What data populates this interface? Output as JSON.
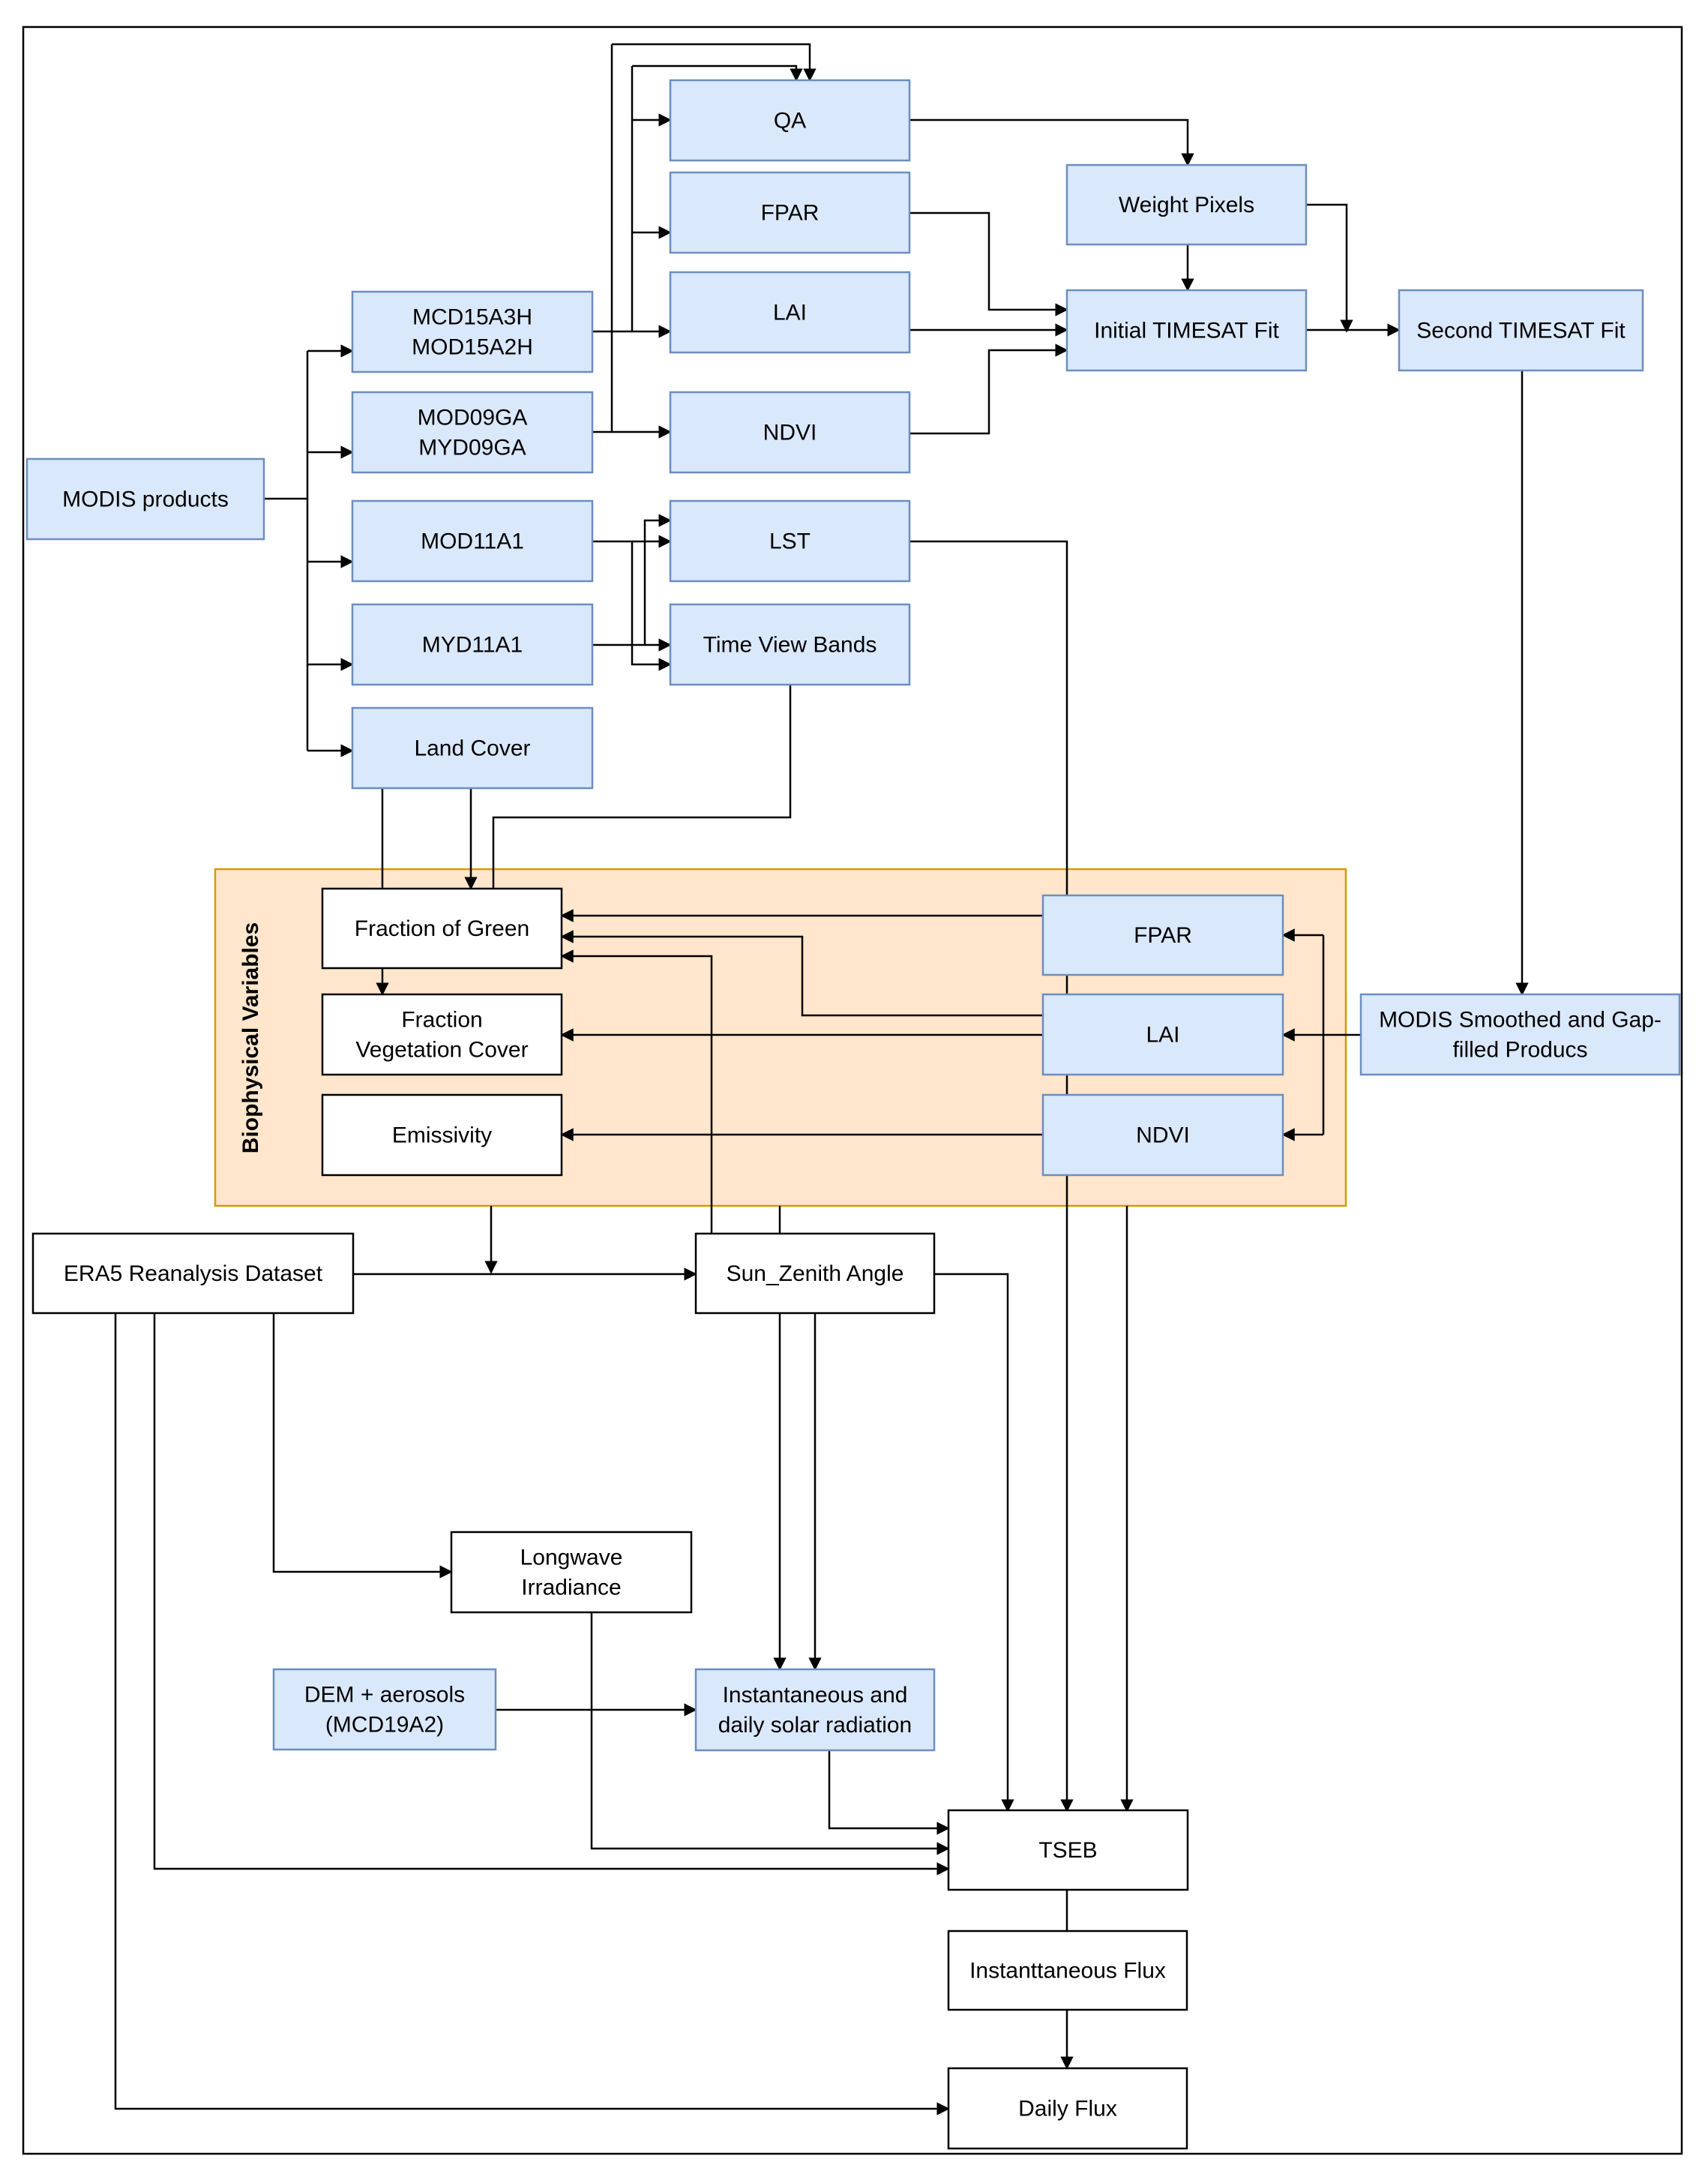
{
  "group": {
    "label": "Biophysical Variables",
    "fill": "#ffe6cc",
    "stroke": "#d79b00"
  },
  "colors": {
    "blue_fill": "#dae8fc",
    "blue_stroke": "#6c8ebf",
    "line": "#000000"
  },
  "nodes": {
    "qa": [
      "QA"
    ],
    "fpar_top": [
      "FPAR"
    ],
    "lai_top": [
      "LAI"
    ],
    "ndvi_top": [
      "NDVI"
    ],
    "weight_pixels": [
      "Weight Pixels"
    ],
    "initial_timesat": [
      "Initial TIMESAT Fit"
    ],
    "second_timesat": [
      "Second TIMESAT Fit"
    ],
    "mcd15": [
      "MCD15A3H",
      "MOD15A2H"
    ],
    "mod09": [
      "MOD09GA",
      "MYD09GA"
    ],
    "modis_products": [
      "MODIS products"
    ],
    "mod11": [
      "MOD11A1"
    ],
    "myd11": [
      "MYD11A1"
    ],
    "land_cover": [
      "Land Cover"
    ],
    "lst": [
      "LST"
    ],
    "time_view": [
      "Time View Bands"
    ],
    "fraction_green": [
      "Fraction of Green"
    ],
    "fraction_veg": [
      "Fraction",
      "Vegetation Cover"
    ],
    "emissivity": [
      "Emissivity"
    ],
    "fpar_bio": [
      "FPAR"
    ],
    "lai_bio": [
      "LAI"
    ],
    "ndvi_bio": [
      "NDVI"
    ],
    "modis_smoothed": [
      "MODIS Smoothed and Gap-",
      "filled Producs"
    ],
    "era5": [
      "ERA5 Reanalysis Dataset"
    ],
    "sun_zenith": [
      "Sun_Zenith Angle"
    ],
    "longwave": [
      "Longwave",
      "Irradiance"
    ],
    "dem": [
      "DEM +  aerosols",
      "(MCD19A2)"
    ],
    "solar_radiation": [
      "Instantaneous and",
      "daily solar radiation"
    ],
    "tseb": [
      "TSEB"
    ],
    "inst_flux": [
      "Instanttaneous Flux"
    ],
    "daily_flux": [
      "Daily Flux"
    ]
  }
}
